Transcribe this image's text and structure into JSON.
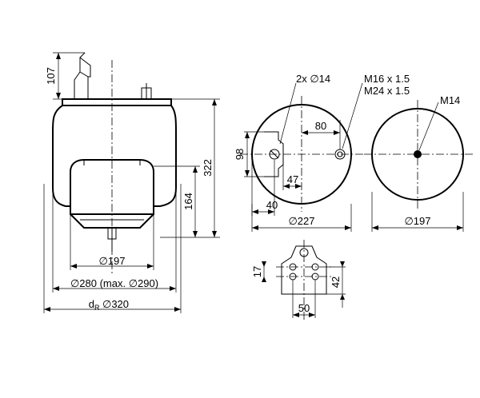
{
  "side_view": {
    "dim_107": "107",
    "dim_322": "322",
    "dim_164": "164",
    "dim_197": "∅197",
    "dim_280": "∅280 (max. ∅290)",
    "dim_320_prefix": "d",
    "dim_320_sub": "R",
    "dim_320": "∅320"
  },
  "top_plate_view": {
    "holes_label": "2x ∅14",
    "thread_label_1": "M16 x 1.5",
    "thread_label_2": "M24 x 1.5",
    "dim_80": "80",
    "dim_98": "98",
    "dim_47": "47",
    "dim_40": "40",
    "dim_227": "∅227"
  },
  "bottom_plate_view": {
    "thread_label": "M14",
    "dim_197": "∅197"
  },
  "bracket_view": {
    "dim_17": "17",
    "dim_42": "42",
    "dim_50": "50"
  }
}
